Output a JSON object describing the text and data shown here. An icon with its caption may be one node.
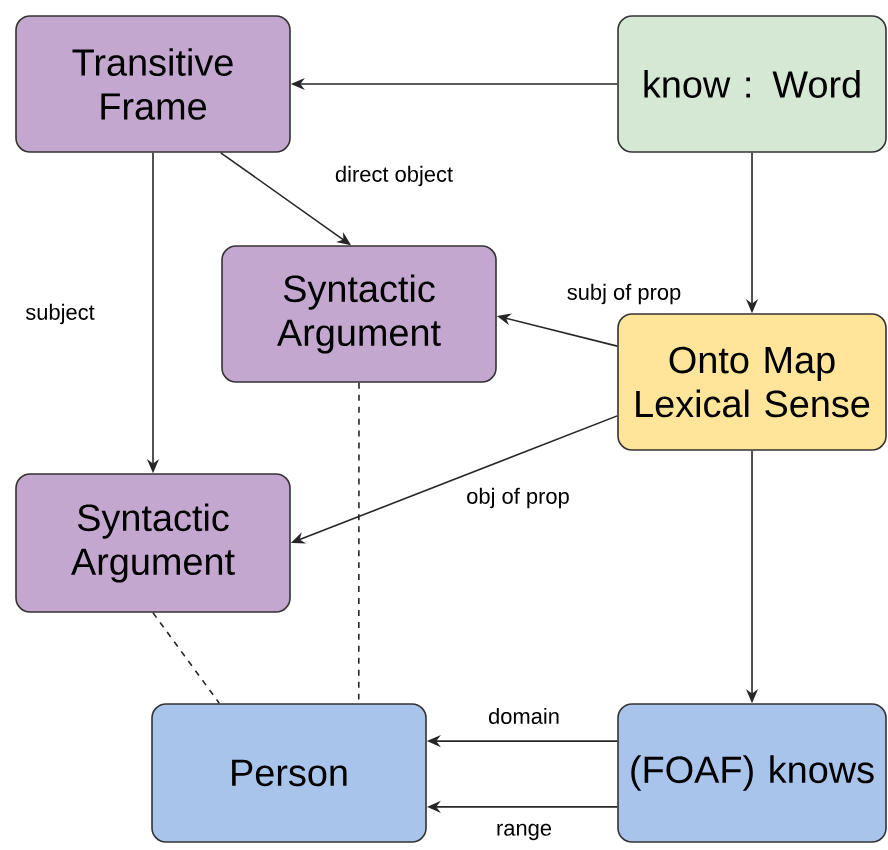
{
  "diagram": {
    "nodes": [
      {
        "text": [
          "Transitive Frame"
        ]
      },
      {
        "text": [
          "know : Word"
        ]
      },
      {
        "text": [
          "Syntactic Argument"
        ]
      },
      {
        "text": [
          "Onto Map Lexical Sense"
        ]
      },
      {
        "text": [
          "Syntactic Argument"
        ]
      },
      {
        "text": [
          "Person"
        ]
      },
      {
        "text": [
          "(FOAF) knows"
        ]
      }
    ],
    "edges": [
      {
        "from": 1,
        "to": 0,
        "arrow": "to"
      },
      {
        "from": 0,
        "to": 2,
        "arrow": "to",
        "label": "direct object"
      },
      {
        "from": 0,
        "to": 4,
        "arrow": "to",
        "label": "subject"
      },
      {
        "from": 1,
        "to": 3,
        "arrow": "to"
      },
      {
        "from": 3,
        "to": 2,
        "arrow": "to",
        "label": "subj of prop"
      },
      {
        "from": 3,
        "to": 4,
        "arrow": "to",
        "label": "obj of prop"
      },
      {
        "from": 4,
        "to": 5,
        "arrow": "none",
        "style": "dashed"
      },
      {
        "from": 2,
        "to": 5,
        "arrow": "none",
        "style": "dashed"
      },
      {
        "from": 3,
        "to": 6,
        "arrow": "to"
      },
      {
        "from": 6,
        "to": 5,
        "arrow": "to",
        "label": "domain"
      },
      {
        "from": 6,
        "to": 5,
        "arrow": "to",
        "label": "range"
      }
    ]
  }
}
